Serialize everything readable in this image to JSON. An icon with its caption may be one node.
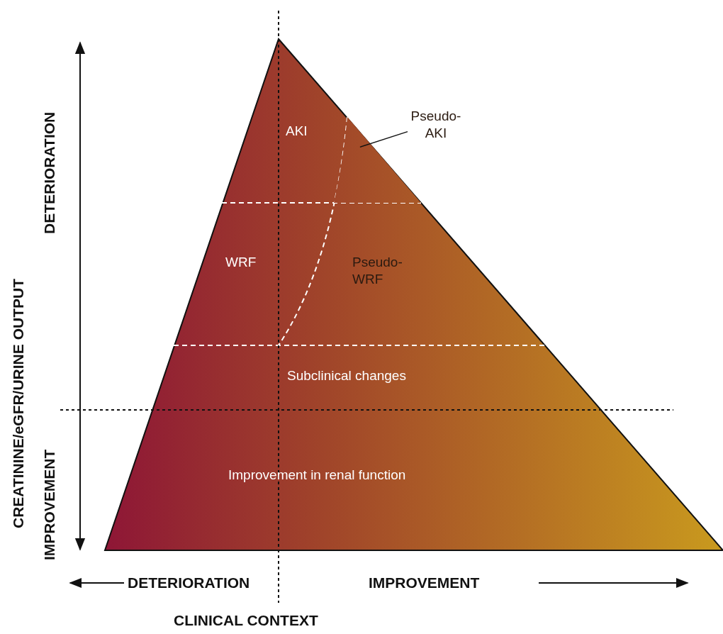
{
  "diagram": {
    "nodes": [
      {
        "text": [
          "Pseudo-AKI"
        ]
      },
      {
        "text": [],
        "shape": "region"
      }
    ],
    "edges": [
      {
        "from": 0,
        "to": 1,
        "arrow": "none"
      }
    ],
    "labels": [
      "AKI",
      "WRF",
      "Pseudo-WRF",
      "Subclinical changes",
      "Improvement in renal function",
      "CREATININE/eGFR/URINE OUTPUT",
      "DETERIORATION",
      "IMPROVEMENT",
      "DETERIORATION",
      "IMPROVEMENT",
      "CLINICAL CONTEXT"
    ]
  }
}
